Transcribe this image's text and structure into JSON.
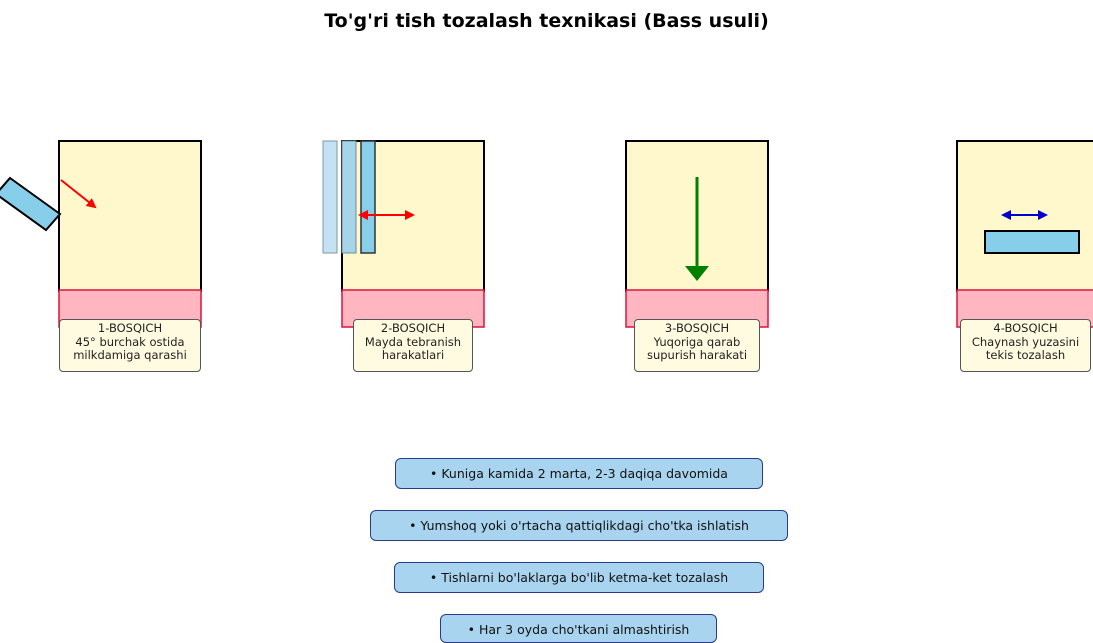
{
  "title": "To'g'ri tish tozalash texnikasi (Bass usuli)",
  "colors": {
    "tooth": "#fff8cc",
    "gum": "#ffb6c1",
    "gum_edge": "#dc143c",
    "brush": "#87ceeb",
    "brush_faded": "#c4e2f2",
    "arrow_angle": "#ff0000",
    "arrow_vibrate": "#ff0000",
    "arrow_sweep": "#008000",
    "arrow_chew": "#0000cd",
    "label_bg": "#fffbe0",
    "tip_bg": "#a9d4ef",
    "tip_border": "#2b3a8a"
  },
  "steps": [
    {
      "heading": "1-BOSQICH",
      "line1": "45° burchak ostida",
      "line2": "milkdamiga qarashi"
    },
    {
      "heading": "2-BOSQICH",
      "line1": "Mayda tebranish",
      "line2": "harakatlari"
    },
    {
      "heading": "3-BOSQICH",
      "line1": "Yuqoriga qarab",
      "line2": "supurish harakati"
    },
    {
      "heading": "4-BOSQICH",
      "line1": "Chaynash yuzasini",
      "line2": "tekis tozalash"
    }
  ],
  "tips": [
    "• Kuniga kamida 2 marta, 2-3 daqiqa davomida",
    "• Yumshoq yoki o'rtacha qattiqlikdagi cho'tka ishlatish",
    "• Tishlarni bo'laklarga bo'lib ketma-ket tozalash",
    "• Har 3 oyda cho'tkani almashtirish"
  ]
}
